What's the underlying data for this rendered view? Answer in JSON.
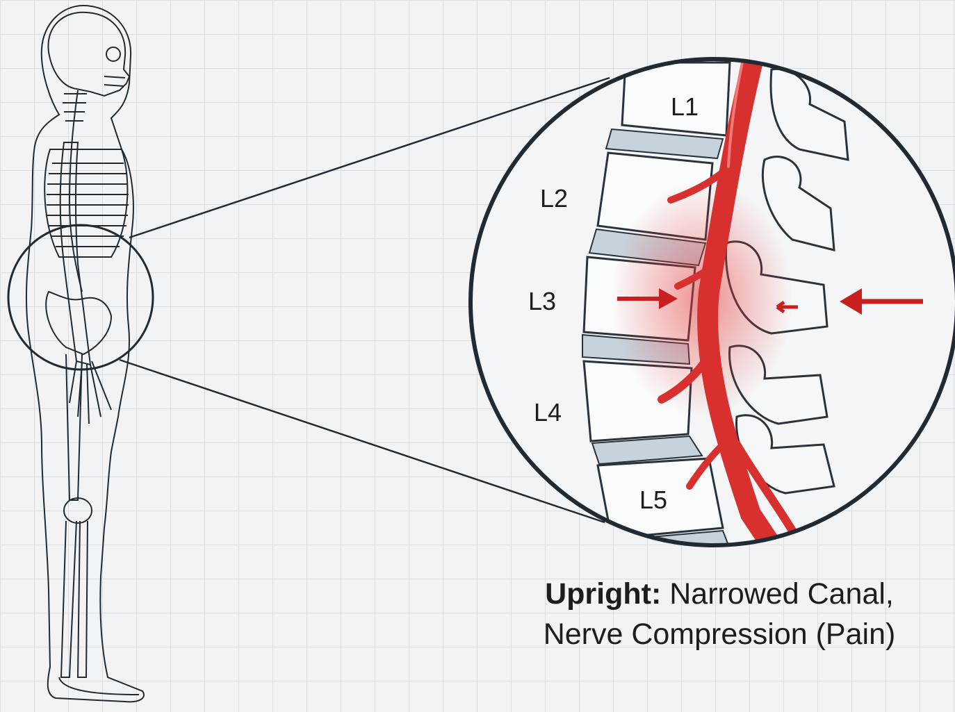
{
  "vertebra_labels": {
    "l1": "L1",
    "l2": "L2",
    "l3": "L3",
    "l4": "L4",
    "l5": "L5"
  },
  "caption": {
    "bold": "Upright:",
    "line1_rest": " Narrowed Canal,",
    "line2": "Nerve Compression (Pain)"
  },
  "colors": {
    "background": "#f1f3f4",
    "grid": "#d9dde0",
    "outline": "#1f2a33",
    "nerve": "#d8302f",
    "arrow": "#c8201e",
    "disc": "#c7d3dc"
  }
}
